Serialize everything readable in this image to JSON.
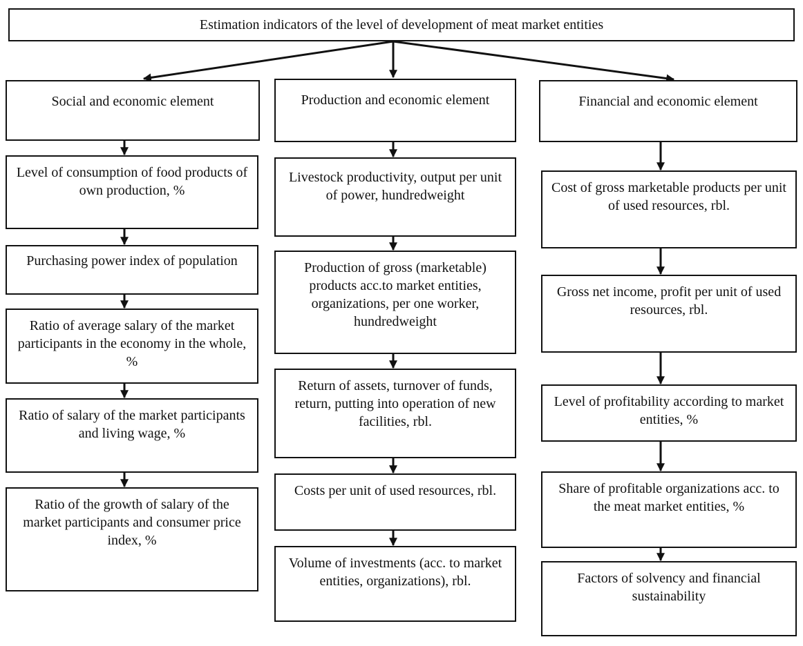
{
  "diagram": {
    "title": "Estimation indicators of the level of development of meat market entities",
    "columns": [
      {
        "header": "Social and economic element",
        "items": [
          "Level of consumption of food products of own production, %",
          "Purchasing power index of population",
          "Ratio of average salary of the market participants in the economy in the whole, %",
          "Ratio of salary of the market participants and living wage, %",
          "Ratio of the growth of salary of the market participants and consumer price index, %"
        ]
      },
      {
        "header": "Production and economic element",
        "items": [
          "Livestock productivity, output per unit of power, hundredweight",
          "Production of gross (marketable) products acc.to market entities, organizations, per one worker, hundredweight",
          "Return of assets, turnover of funds, return, putting into operation of new facilities, rbl.",
          "Costs per unit of used resources, rbl.",
          "Volume of investments (acc. to market entities, organizations), rbl."
        ]
      },
      {
        "header": "Financial and economic element",
        "items": [
          "Cost of gross marketable products per unit of used resources, rbl.",
          "Gross net income, profit per unit of used resources, rbl.",
          "Level of profitability according to market entities, %",
          "Share of profitable organizations acc. to the meat market entities, %",
          "Factors of solvency and financial sustainability"
        ]
      }
    ]
  }
}
